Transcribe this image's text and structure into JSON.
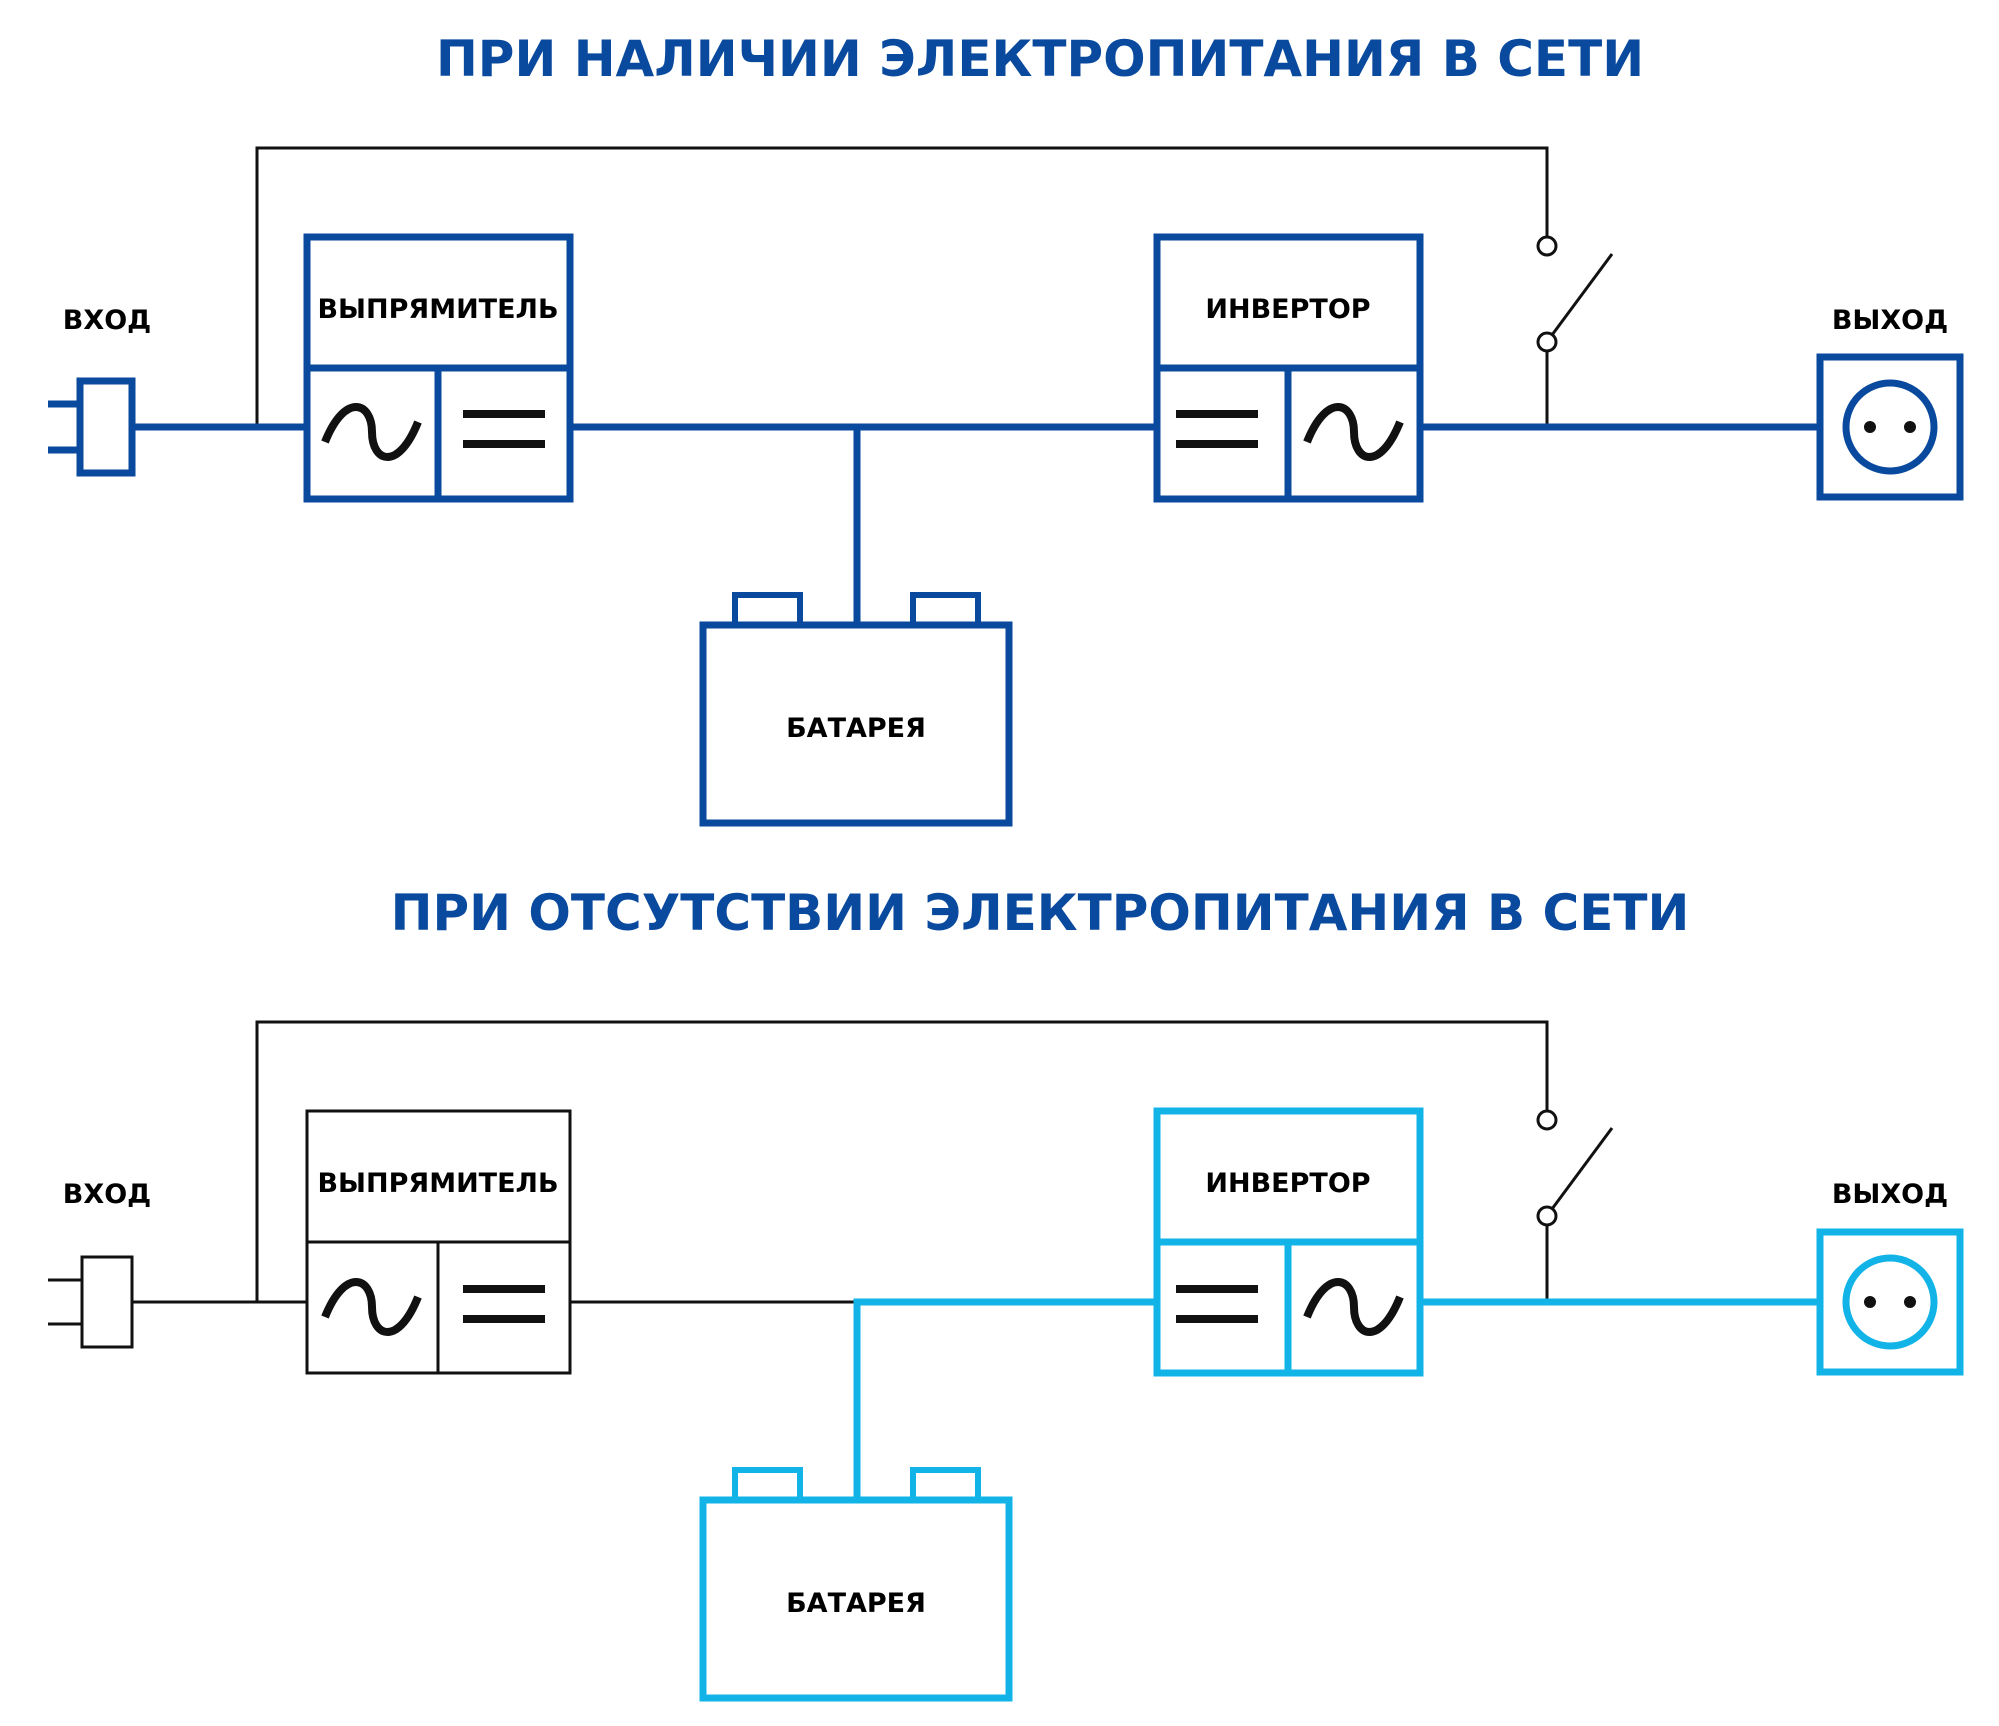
{
  "colors": {
    "dark_blue": "#0a4a9e",
    "light_blue": "#12b4e8",
    "black": "#111111"
  },
  "top": {
    "title": "ПРИ НАЛИЧИИ ЭЛЕКТРОПИТАНИЯ В СЕТИ",
    "input_label": "ВХОД",
    "rectifier_label": "ВЫПРЯМИТЕЛЬ",
    "inverter_label": "ИНВЕРТОР",
    "output_label": "ВЫХОД",
    "battery_label": "БАТАРЕЯ"
  },
  "bottom": {
    "title": "ПРИ ОТСУТСТВИИ ЭЛЕКТРОПИТАНИЯ В СЕТИ",
    "input_label": "ВХОД",
    "rectifier_label": "ВЫПРЯМИТЕЛЬ",
    "inverter_label": "ИНВЕРТОР",
    "output_label": "ВЫХОД",
    "battery_label": "БАТАРЕЯ"
  }
}
